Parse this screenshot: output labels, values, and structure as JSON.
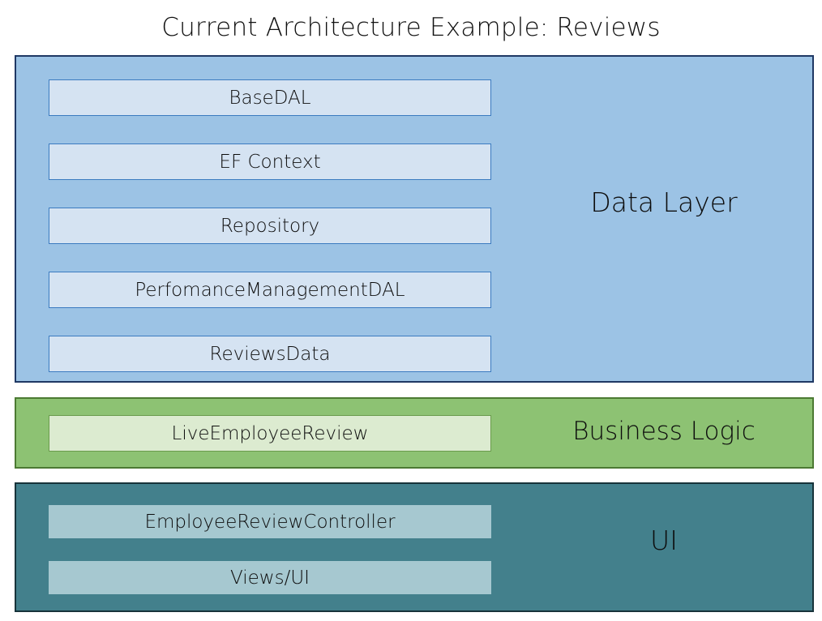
{
  "title": "Current Architecture Example: Reviews",
  "layers": [
    {
      "id": "data-layer",
      "label": "Data Layer",
      "fill": "#9CC3E5",
      "border": "#1F3864",
      "component_fill": "#D5E3F2",
      "component_border": "#3B7BC0",
      "components": [
        {
          "label": "BaseDAL"
        },
        {
          "label": "EF Context"
        },
        {
          "label": "Repository"
        },
        {
          "label": "PerfomanceManagementDAL"
        },
        {
          "label": "ReviewsData"
        }
      ]
    },
    {
      "id": "business-layer",
      "label": "Business Logic",
      "fill": "#8DC273",
      "border": "#4C7A33",
      "component_fill": "#DCEBD0",
      "component_border": "#6A9B4C",
      "components": [
        {
          "label": "LiveEmployeeReview"
        }
      ]
    },
    {
      "id": "ui-layer",
      "label": "UI",
      "fill": "#43808C",
      "border": "#17333A",
      "component_fill": "#A6C8D0",
      "component_border": "#A6C8D0",
      "components": [
        {
          "label": "EmployeeReviewController"
        },
        {
          "label": "Views/UI"
        }
      ]
    }
  ]
}
